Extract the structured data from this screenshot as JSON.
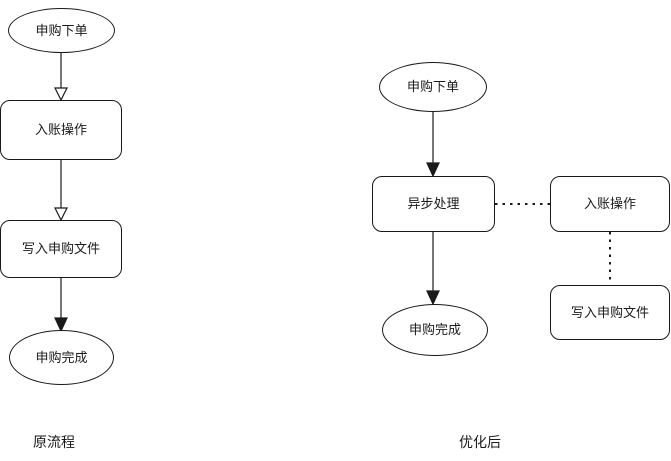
{
  "diagram": {
    "type": "flowchart",
    "title": "",
    "flows": [
      {
        "id": "original",
        "caption": "原流程",
        "nodes": [
          {
            "id": "o1",
            "label": "申购下单",
            "shape": "ellipse"
          },
          {
            "id": "o2",
            "label": "入账操作",
            "shape": "box"
          },
          {
            "id": "o3",
            "label": "写入申购文件",
            "shape": "box"
          },
          {
            "id": "o4",
            "label": "申购完成",
            "shape": "ellipse"
          }
        ],
        "edges": [
          {
            "from": "o1",
            "to": "o2",
            "style": "solid",
            "arrow": "open"
          },
          {
            "from": "o2",
            "to": "o3",
            "style": "solid",
            "arrow": "open"
          },
          {
            "from": "o3",
            "to": "o4",
            "style": "solid",
            "arrow": "filled"
          }
        ]
      },
      {
        "id": "optimized",
        "caption": "优化后",
        "nodes": [
          {
            "id": "n1",
            "label": "申购下单",
            "shape": "ellipse"
          },
          {
            "id": "n2",
            "label": "异步处理",
            "shape": "box"
          },
          {
            "id": "n3",
            "label": "申购完成",
            "shape": "ellipse"
          },
          {
            "id": "n4",
            "label": "入账操作",
            "shape": "box"
          },
          {
            "id": "n5",
            "label": "写入申购文件",
            "shape": "box"
          }
        ],
        "edges": [
          {
            "from": "n1",
            "to": "n2",
            "style": "solid",
            "arrow": "filled"
          },
          {
            "from": "n2",
            "to": "n3",
            "style": "solid",
            "arrow": "filled"
          },
          {
            "from": "n2",
            "to": "n4",
            "style": "dotted",
            "arrow": "none"
          },
          {
            "from": "n4",
            "to": "n5",
            "style": "dotted",
            "arrow": "none"
          }
        ]
      }
    ],
    "colors": {
      "stroke": "#1a1a1a",
      "fill": "#ffffff",
      "text": "#1a1a1a"
    }
  }
}
